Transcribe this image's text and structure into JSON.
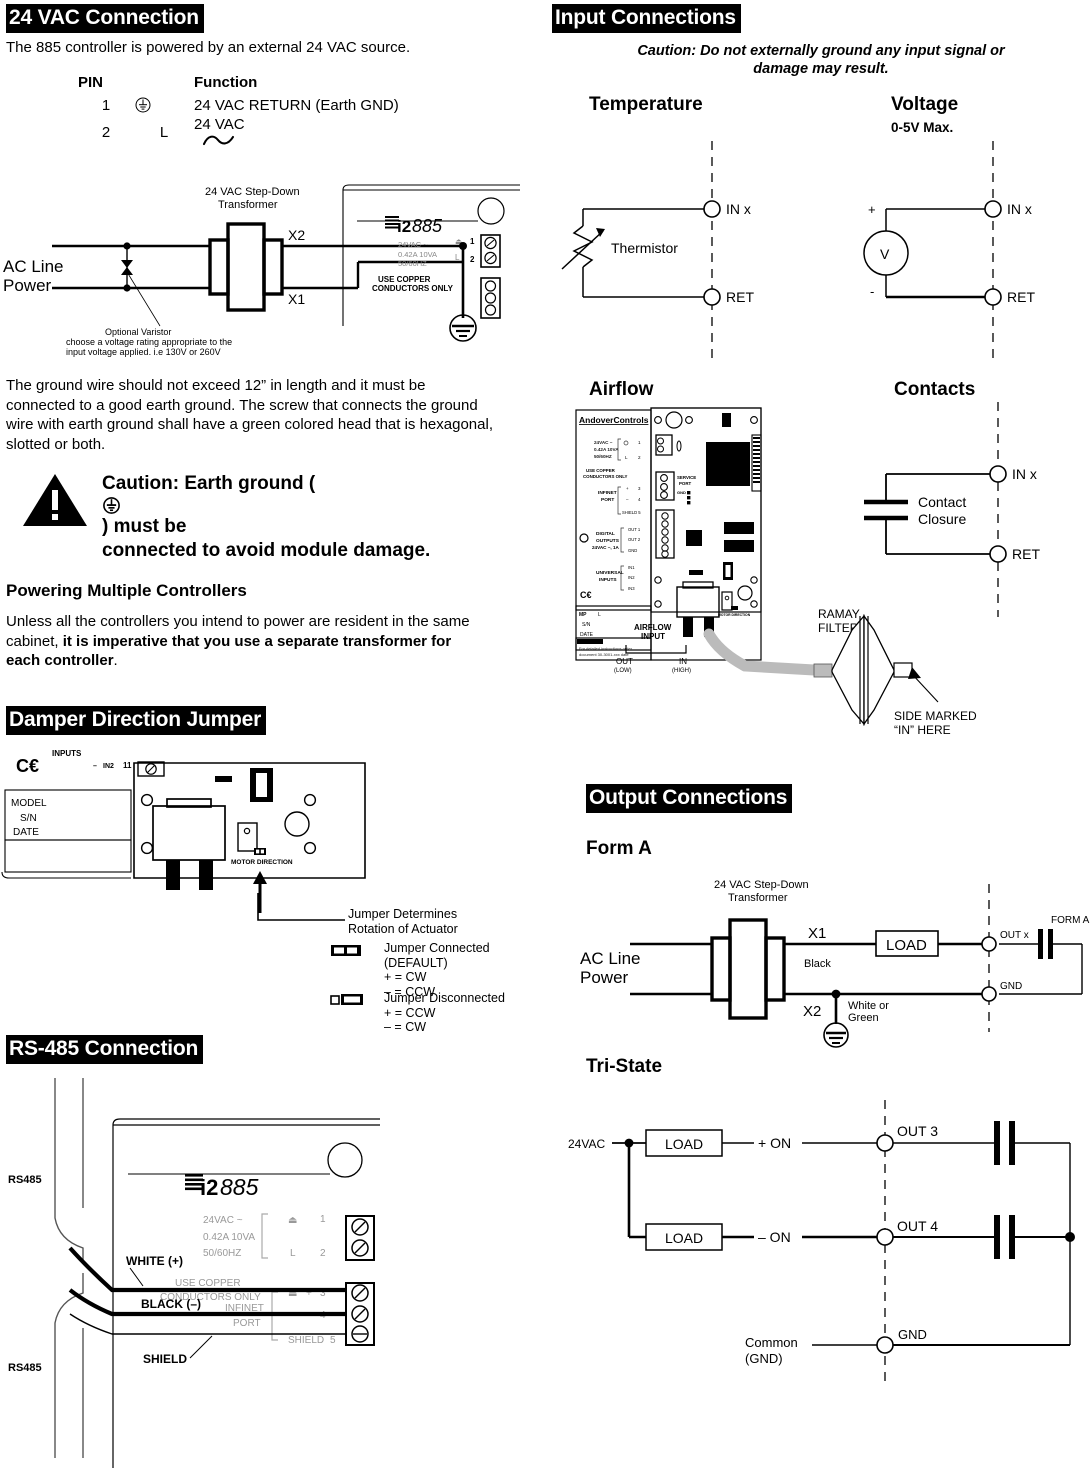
{
  "left": {
    "vac_section": {
      "heading": "24 VAC Connection",
      "intro": "The 885 controller is powered by an external 24 VAC source.",
      "table": {
        "headers": [
          "PIN",
          "",
          "Function"
        ],
        "rows": [
          {
            "pin": "1",
            "sym": "earth-ground-symbol",
            "function": "24 VAC RETURN (Earth GND)"
          },
          {
            "pin": "2",
            "sym": "L",
            "function": "24 VAC",
            "suffix_sym": "ac-sine-symbol"
          }
        ]
      }
    },
    "transformer_diagram": {
      "title_line1": "24 VAC Step-Down",
      "title_line2": "Transformer",
      "ac_line1": "AC Line",
      "ac_line2": "Power",
      "x2": "X2",
      "x1": "X1",
      "varistor_note_line1": "Optional Varistor",
      "varistor_note_line2": "choose a voltage rating appropriate to the",
      "varistor_note_line3": "input voltage applied. i.e 130V or 260V",
      "controller_logo": "i2 885",
      "controller_spec1": "24VAC ~",
      "controller_spec2": "0.42A 10VA",
      "controller_spec3": "50/60HZ",
      "controller_note1": "USE COPPER",
      "controller_note2": "CONDUCTORS ONLY",
      "term_gnd": "⏚",
      "term_l": "L",
      "term_1": "1",
      "term_2": "2"
    },
    "ground_text": "The ground wire should not exceed 12” in length and it must be connected to a good earth ground. The screw that connects the ground wire with earth ground shall have a green colored head that is hexagonal, slotted or both.",
    "caution": {
      "text_line1": "Caution:  Earth ground (",
      "text_sym": "earth-ground-symbol",
      "text_line2": ") must be",
      "text_line3": "connected to avoid module damage."
    },
    "powering": {
      "heading": "Powering Multiple Controllers",
      "text_normal1": "Unless all the controllers you intend to power are resident in the same cabinet, ",
      "text_bold": "it is imperative that you use a separate transformer for each controller",
      "text_normal2": "."
    },
    "damper": {
      "heading": "Damper Direction Jumper",
      "board_inputs": "INPUTS",
      "board_in2": "IN2",
      "board_minus": "–",
      "board_11": "11",
      "board_ce": "CE",
      "board_model": "MODEL",
      "board_sn": "S/N",
      "board_date": "DATE",
      "board_motor_dir": "MOTOR DIRECTION",
      "callout_line1": "Jumper Determines",
      "callout_line2": "Rotation of Actuator",
      "legend": [
        {
          "state": "connected",
          "title": "Jumper Connected (DEFAULT)",
          "plus": "+ = CW",
          "minus": "–  = CCW"
        },
        {
          "state": "disconnected",
          "title": "Jumper Disconnected",
          "plus": "+ = CCW",
          "minus": "–  = CW"
        }
      ]
    },
    "rs485": {
      "heading": "RS-485 Connection",
      "cable_top": "RS485",
      "cable_bottom": "RS485",
      "wire_white": "WHITE (+)",
      "wire_black": "BLACK (–)",
      "wire_shield": "SHIELD",
      "logo": "i2 885",
      "spec1": "24VAC ~",
      "spec2": "0.42A 10VA",
      "spec3": "50/60HZ",
      "note1": "USE COPPER",
      "note2": "CONDUCTORS ONLY",
      "infinet1": "INFINET",
      "infinet2": "PORT",
      "t_gnd": "⏚",
      "t_l": "L",
      "t_1": "1",
      "t_2": "2",
      "t_plus": "+",
      "t_minus": "–",
      "t_3": "3",
      "t_4": "4",
      "t_shield": "SHIELD",
      "t_5": "5"
    }
  },
  "right": {
    "input_section": {
      "heading": "Input Connections",
      "caution_line1": "Caution: Do not externally ground any input signal or",
      "caution_line2": "damage may result."
    },
    "temperature": {
      "title": "Temperature",
      "component": "Thermistor",
      "in_label": "IN x",
      "ret_label": "RET"
    },
    "voltage": {
      "title": "Voltage",
      "subtitle": "0-5V Max.",
      "source": "V",
      "plus": "+",
      "minus": "-",
      "in_label": "IN x",
      "ret_label": "RET"
    },
    "airflow": {
      "title": "Airflow",
      "board_brand": "AndoverControls",
      "board_spec1": "24VAC ~",
      "board_spec2": "0.42A 10VA",
      "board_spec3": "50/60HZ",
      "board_copper1": "USE COPPER",
      "board_copper2": "CONDUCTORS ONLY",
      "board_infinet1": "INFINET",
      "board_infinet2": "PORT",
      "board_shield": "SHIELD 5",
      "board_digital1": "DIGITAL",
      "board_digital2": "OUTPUTS",
      "board_digital3": "24VAC ~, 1A",
      "board_universal1": "UNIVERSAL",
      "board_universal2": "INPUTS",
      "board_out1": "OUT 1",
      "board_out2": "OUT 2",
      "board_gnd": "GND",
      "board_in1": "IN1",
      "board_in2": "IN2",
      "board_in3": "IN3",
      "board_ce": "CE",
      "board_service1": "SERVICE",
      "board_service2": "PORT",
      "board_label_mp": "MP",
      "board_label_sn": "S/N",
      "board_label_date": "DATE",
      "board_footnote1": "INSTALLATION",
      "board_footnote2": "For detailed instructions order",
      "board_footnote3": "document 30-3001-xxx date",
      "board_motor_dir": "MOTOR DIRECTION",
      "ramay1": "RAMAY",
      "ramay2": "FILTER",
      "airflow_input1": "AIRFLOW",
      "airflow_input2": "INPUT",
      "out_low1": "OUT",
      "out_low2": "(LOW)",
      "in_high1": "IN",
      "in_high2": "(HIGH)",
      "side_marked1": "SIDE MARKED",
      "side_marked2": "“IN” HERE"
    },
    "contacts": {
      "title": "Contacts",
      "label_line1": "Contact",
      "label_line2": "Closure",
      "in_label": "IN x",
      "ret_label": "RET"
    },
    "output_section": {
      "heading": "Output Connections"
    },
    "form_a": {
      "title": "Form A",
      "transformer1": "24 VAC Step-Down",
      "transformer2": "Transformer",
      "ac_line1": "AC Line",
      "ac_line2": "Power",
      "x1": "X1",
      "x2": "X2",
      "black": "Black",
      "white_green1": "White or",
      "white_green2": "Green",
      "load": "LOAD",
      "out_label": "OUT x",
      "gnd_label": "GND",
      "relay_label": "FORM A"
    },
    "tri_state": {
      "title": "Tri-State",
      "source": "24VAC",
      "load1": "LOAD",
      "load2": "LOAD",
      "plus_on": "+ ON",
      "minus_on": "– ON",
      "out3": "OUT 3",
      "out4": "OUT 4",
      "common1": "Common",
      "common2": "(GND)",
      "gnd": "GND"
    }
  }
}
